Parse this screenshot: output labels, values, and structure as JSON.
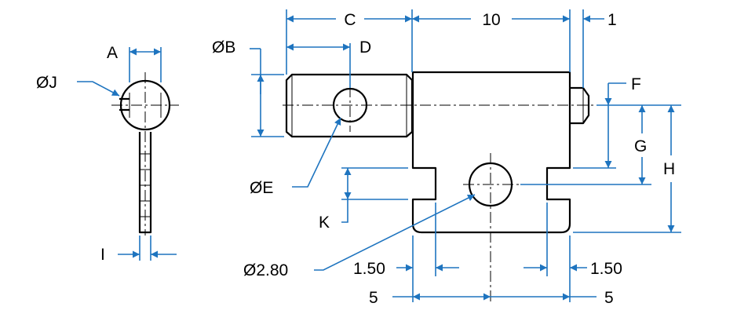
{
  "labels": {
    "C": "C",
    "len10": "10",
    "len1": "1",
    "A": "A",
    "B": "ØB",
    "D": "D",
    "F": "F",
    "J": "ØJ",
    "G": "G",
    "H": "H",
    "E": "ØE",
    "K": "K",
    "I": "I",
    "hole": "Ø2.80",
    "off_left": "1.50",
    "off_right": "1.50",
    "half_left": "5",
    "half_right": "5"
  },
  "colors": {
    "dimension": "#1e74bf",
    "outline": "#000000"
  }
}
